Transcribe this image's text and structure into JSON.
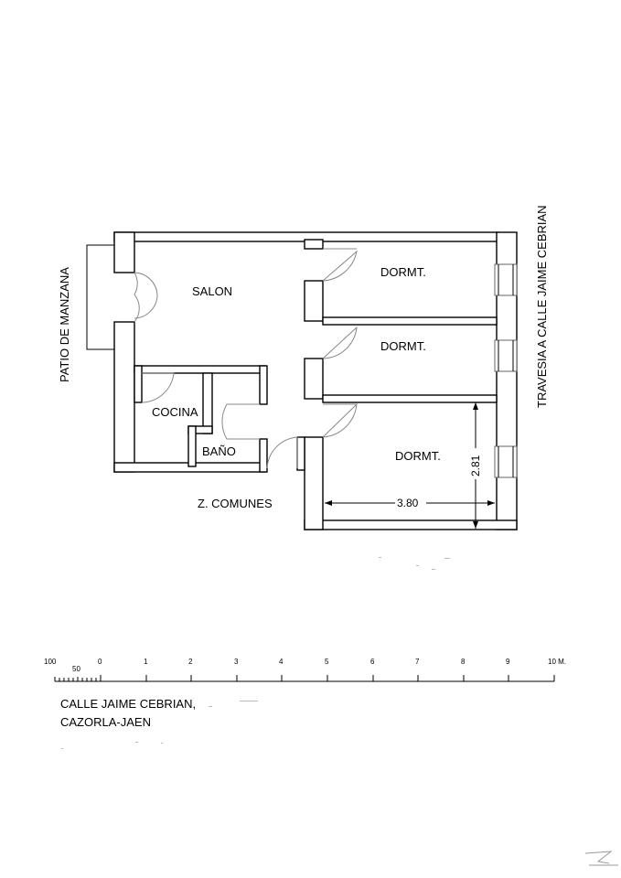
{
  "rooms": {
    "salon": "SALON",
    "dorm1": "DORMT.",
    "dorm2": "DORMT.",
    "dorm3": "DORMT.",
    "cocina": "COCINA",
    "bano": "BAÑO",
    "comunes": "Z. COMUNES"
  },
  "street_labels": {
    "left": "PATIO DE MANZANA",
    "right": "TRAVESIA A CALLE JAIME CEBRIAN"
  },
  "dimensions": {
    "width": "3.80",
    "height": "2.81"
  },
  "scale_bar": {
    "ticks": [
      "100",
      "50",
      "0",
      "1",
      "2",
      "3",
      "4",
      "5",
      "6",
      "7",
      "8",
      "9",
      "10 M."
    ]
  },
  "address": {
    "line1": "CALLE JAIME CEBRIAN,",
    "line2": "CAZORLA-JAEN"
  }
}
